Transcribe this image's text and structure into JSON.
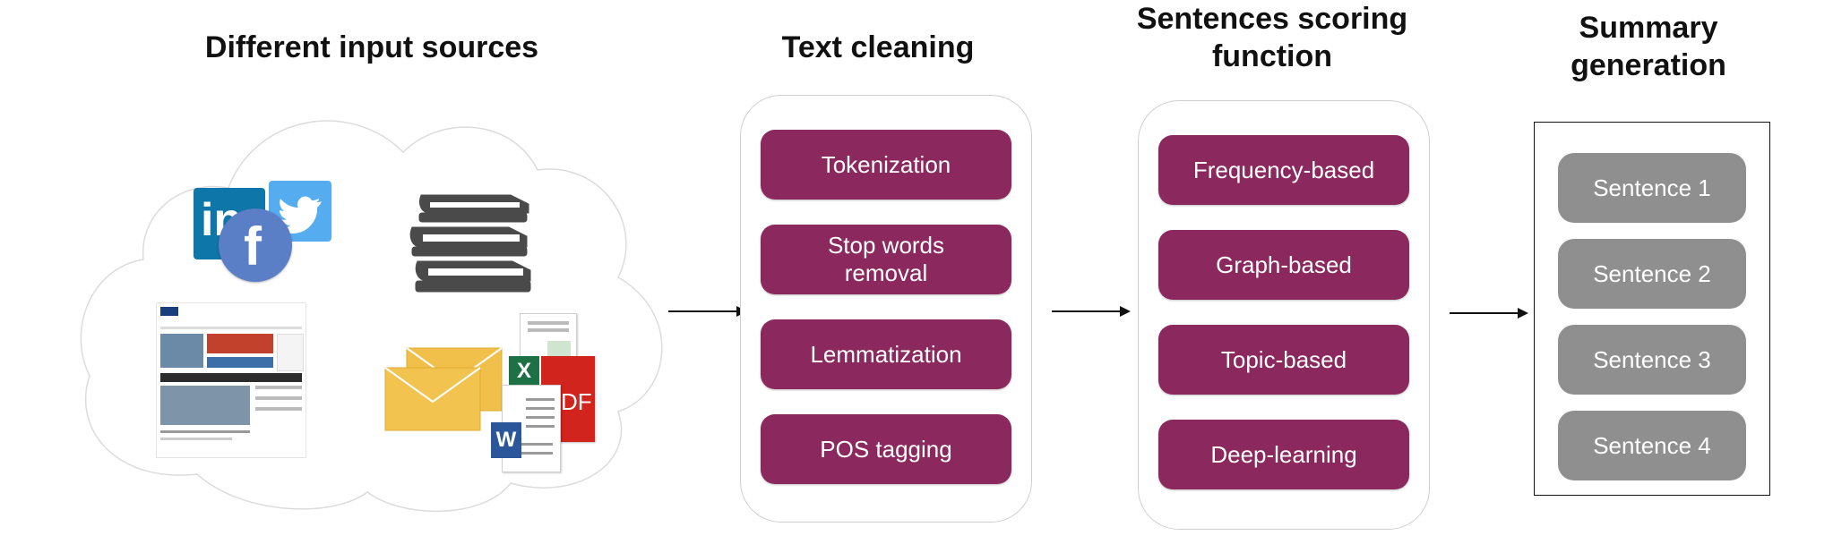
{
  "headings": {
    "input_sources": "Different input sources",
    "text_cleaning": "Text cleaning",
    "scoring": "Sentences scoring\nfunction",
    "summary": "Summary\ngeneration"
  },
  "text_cleaning_steps": [
    {
      "label": "Tokenization"
    },
    {
      "label": "Stop words\nremoval"
    },
    {
      "label": "Lemmatization"
    },
    {
      "label": "POS tagging"
    }
  ],
  "scoring_methods": [
    {
      "label": "Frequency-based"
    },
    {
      "label": "Graph-based"
    },
    {
      "label": "Topic-based"
    },
    {
      "label": "Deep-learning"
    }
  ],
  "summary_sentences": [
    {
      "label": "Sentence 1"
    },
    {
      "label": "Sentence 2"
    },
    {
      "label": "Sentence 3"
    },
    {
      "label": "Sentence 4"
    }
  ],
  "source_icons": {
    "linkedin": "in",
    "facebook": "f",
    "excel": "X",
    "word": "W",
    "pdf": "DF"
  },
  "colors": {
    "step_fill": "#8b285d",
    "sentence_fill": "#8f8f8f",
    "linkedin": "#0e76a8",
    "twitter": "#55acee",
    "facebook": "#5b7fc7"
  }
}
